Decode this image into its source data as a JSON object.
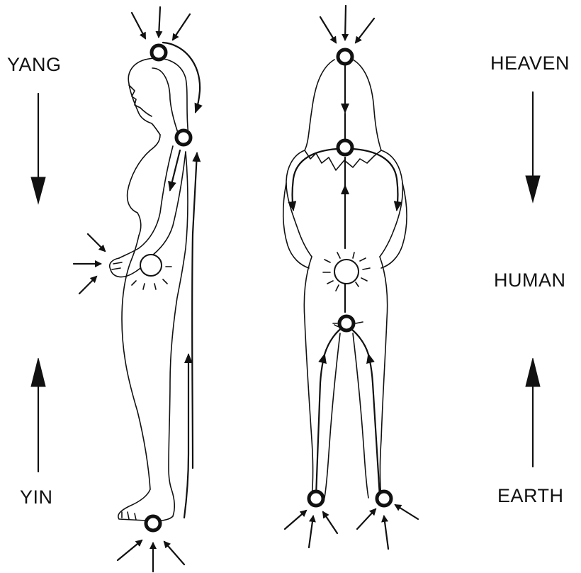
{
  "labels": {
    "yang": "YANG",
    "yin": "YIN",
    "heaven": "HEAVEN",
    "human": "HUMAN",
    "earth": "EARTH"
  }
}
